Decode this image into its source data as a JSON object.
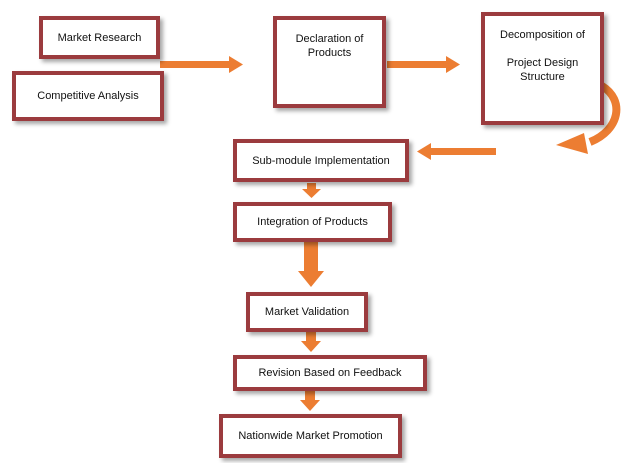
{
  "diagram": {
    "nodes": {
      "market_research": "Market Research",
      "competitive_analysis": "Competitive Analysis",
      "declaration": "Declaration of\nProducts",
      "decomposition": "Decomposition of\n\nProject Design\nStructure",
      "submodule": "Sub-module Implementation",
      "integration": "Integration of Products",
      "validation": "Market Validation",
      "revision": "Revision Based on Feedback",
      "promotion": "Nationwide Market Promotion"
    },
    "arrow_color": "#ec7d32",
    "box_border_color": "#9b3b3e"
  }
}
